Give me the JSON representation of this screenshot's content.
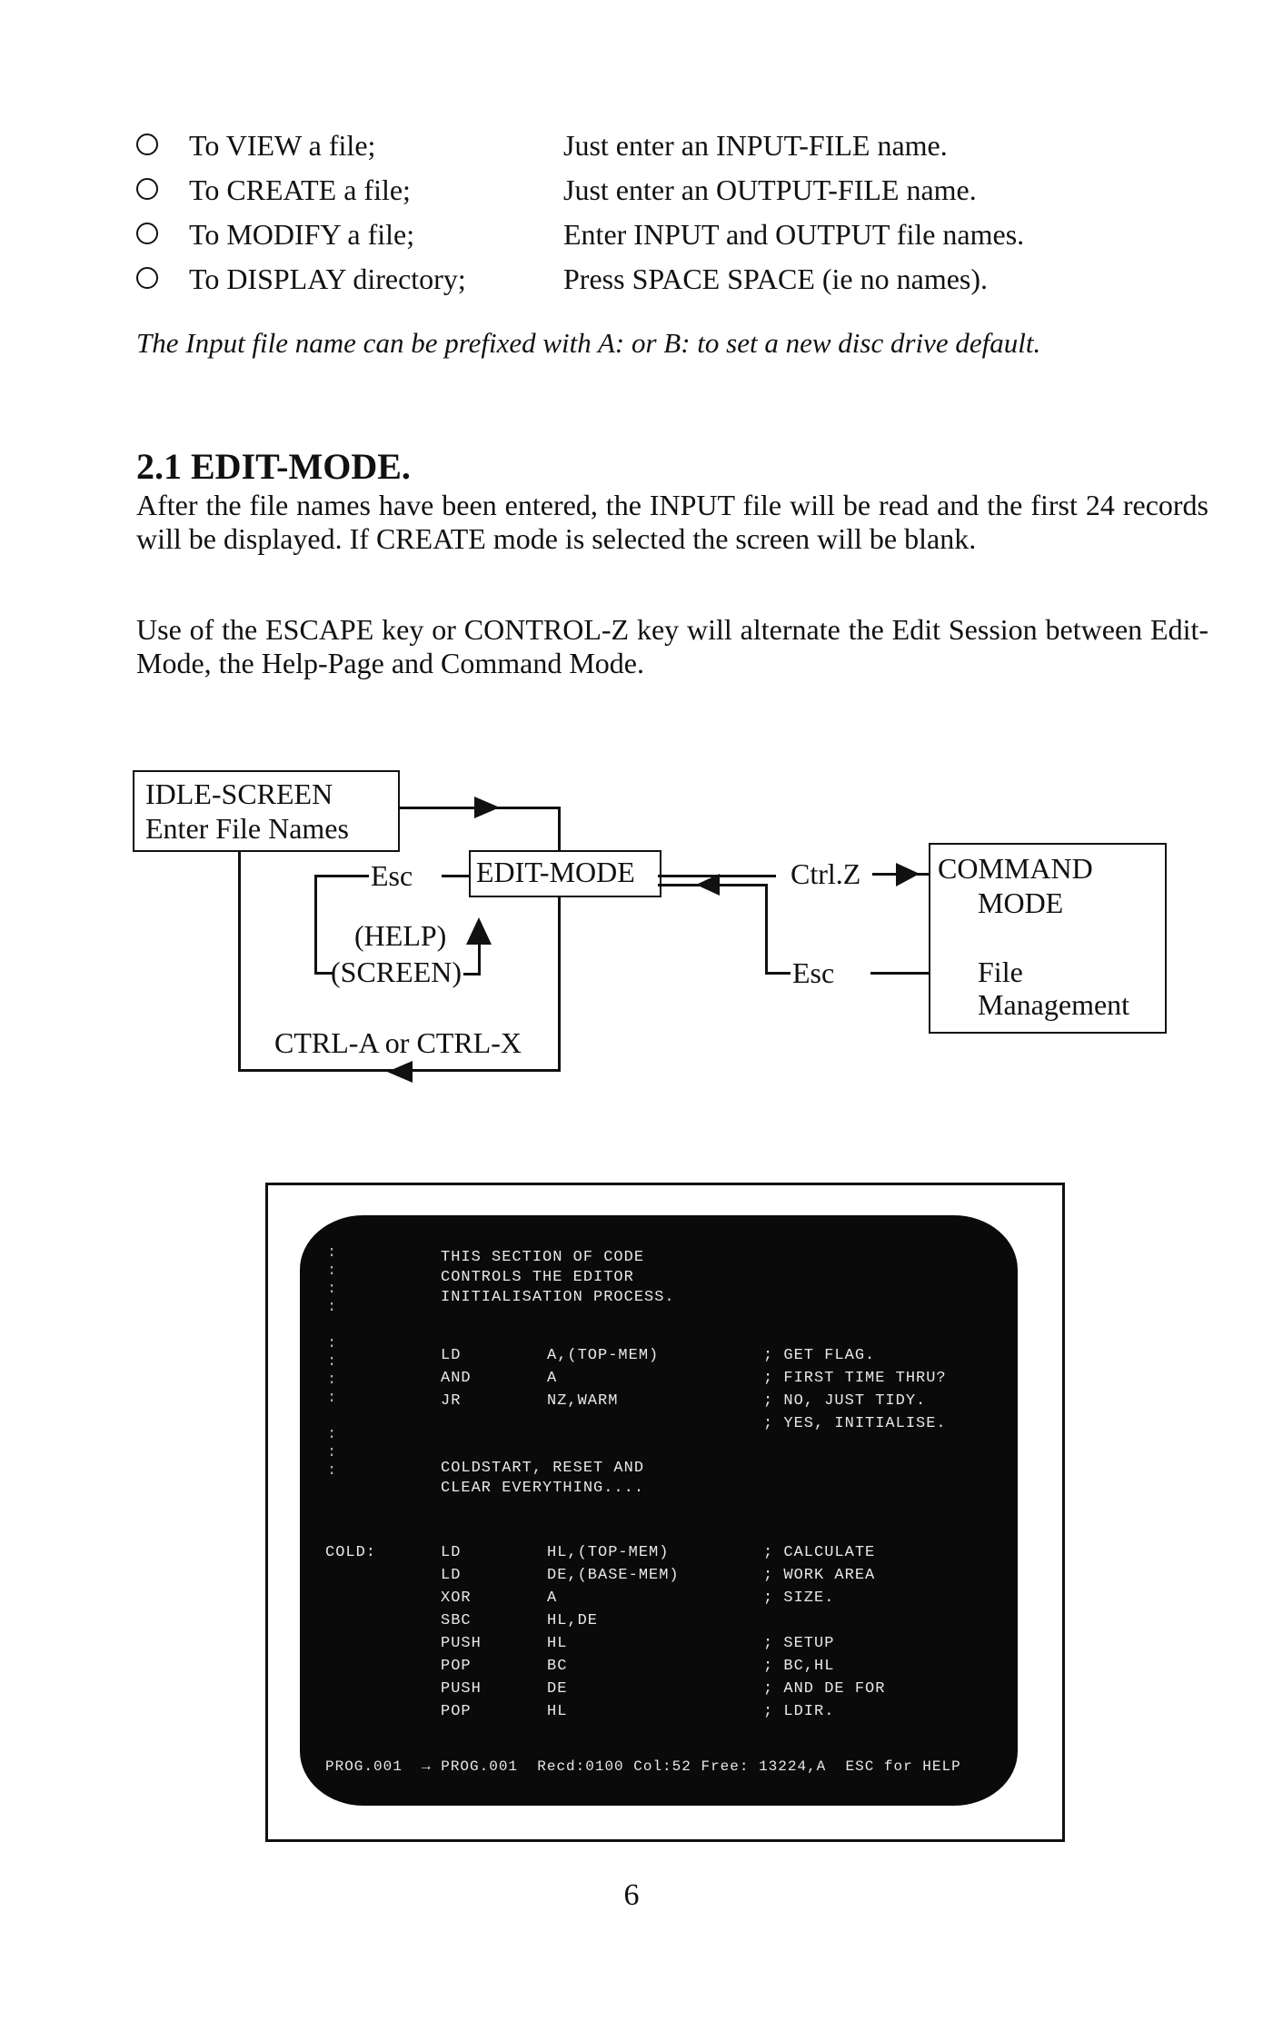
{
  "options": [
    {
      "label": "To VIEW a file;",
      "desc": "Just enter an INPUT-FILE name."
    },
    {
      "label": "To CREATE a file;",
      "desc": "Just enter an OUTPUT-FILE name."
    },
    {
      "label": "To MODIFY a file;",
      "desc": "Enter INPUT and OUTPUT file names."
    },
    {
      "label": "To DISPLAY directory;",
      "desc": "Press SPACE SPACE (ie no names)."
    }
  ],
  "note": "The Input file name can be prefixed with A: or B: to set a new disc drive default.",
  "section": {
    "heading": "2.1  EDIT-MODE.",
    "para1": "After the file names have been entered, the INPUT file will be read and the first 24 records will be displayed. If CREATE mode is selected the screen will be blank.",
    "para2": "Use of the ESCAPE key or CONTROL-Z key will alternate the Edit Session between Edit-Mode, the Help-Page and Command Mode."
  },
  "diagram": {
    "idle_line1": "IDLE-SCREEN",
    "idle_line2": "Enter File Names",
    "esc_left": "Esc",
    "edit_mode": "EDIT-MODE",
    "ctrl_z": "Ctrl.Z",
    "command_line1": "COMMAND",
    "command_line2": "MODE",
    "file_line1": "File",
    "file_line2": "Management",
    "esc_right": "Esc",
    "help_line1": "(HELP)",
    "help_line2": "(SCREEN)",
    "ctrl_ax": "CTRL-A or CTRL-X"
  },
  "screen": {
    "comments": [
      "THIS SECTION OF CODE",
      "CONTROLS THE EDITOR",
      "INITIALISATION PROCESS."
    ],
    "block1": [
      {
        "op": "LD",
        "arg": "A,(TOP-MEM)",
        "cmt": "; GET FLAG."
      },
      {
        "op": "AND",
        "arg": "A",
        "cmt": "; FIRST TIME THRU?"
      },
      {
        "op": "JR",
        "arg": "NZ,WARM",
        "cmt": "; NO, JUST TIDY."
      },
      {
        "op": "",
        "arg": "",
        "cmt": "; YES, INITIALISE."
      }
    ],
    "comments2": [
      "COLDSTART, RESET AND",
      "CLEAR EVERYTHING...."
    ],
    "cold_label": "COLD:",
    "block2": [
      {
        "op": "LD",
        "arg": "HL,(TOP-MEM)",
        "cmt": "; CALCULATE"
      },
      {
        "op": "LD",
        "arg": "DE,(BASE-MEM)",
        "cmt": "; WORK AREA"
      },
      {
        "op": "XOR",
        "arg": "A",
        "cmt": "; SIZE."
      },
      {
        "op": "SBC",
        "arg": "HL,DE",
        "cmt": ""
      },
      {
        "op": "PUSH",
        "arg": "HL",
        "cmt": "; SETUP"
      },
      {
        "op": "POP",
        "arg": "BC",
        "cmt": "; BC,HL"
      },
      {
        "op": "PUSH",
        "arg": "DE",
        "cmt": "; AND DE FOR"
      },
      {
        "op": "POP",
        "arg": "HL",
        "cmt": "; LDIR."
      }
    ],
    "status": "PROG.001  → PROG.001  Recd:0100 Col:52 Free: 13224,A  ESC for HELP"
  },
  "page_number": "6"
}
